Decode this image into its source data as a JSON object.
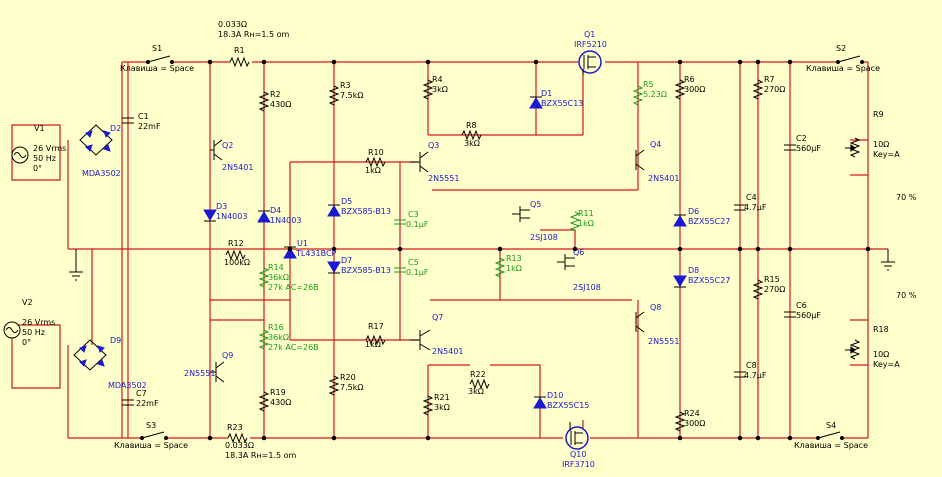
{
  "labels": {
    "r1_top": "0.033Ω",
    "r1_mid": "18.3A  Rн=1.5 om",
    "r23_top": "0.033Ω",
    "r23_mid": "18.3A  Rн=1.5 om",
    "s1": "S1",
    "s1_key": "Клавиша = Space",
    "s2": "S2",
    "s2_key": "Клавиша = Space",
    "s3": "S3",
    "s3_key": "Клавиша = Space",
    "s4": "S4",
    "s4_key": "Клавиша = Space",
    "r1": "R1",
    "r23": "R23",
    "q1": "Q1",
    "q1_part": "IRF5210",
    "q10": "Q10",
    "q10_part": "IRF3710",
    "v1": "V1",
    "v1_a": "26 Vrms",
    "v1_b": "50 Hz",
    "v1_c": "0°",
    "v2": "V2",
    "v2_a": "26 Vrms",
    "v2_b": "50 Hz",
    "v2_c": "0°",
    "d2": "D2",
    "d2_part": "MDA3502",
    "d9": "D9",
    "d9_part": "MDA3502",
    "c1": "C1",
    "c1_val": "22mF",
    "c7": "C7",
    "c7_val": "22mF",
    "r2": "R2",
    "r2_val": "430Ω",
    "r19": "R19",
    "r19_val": "430Ω",
    "q2": "Q2",
    "q2_part": "2N5401",
    "q9": "Q9",
    "q9_part": "2N5551",
    "d3": "D3",
    "d3_part": "1N4003",
    "d4": "D4",
    "d4_part": "1N4003",
    "r12": "R12",
    "r12_val": "100kΩ",
    "u1": "U1",
    "u1_part": "TL431BCP",
    "r14": "R14",
    "r14_a": "36kΩ",
    "r14_b": "27k  AC=26B",
    "r16": "R16",
    "r16_a": "36kΩ",
    "r16_b": "27k  AC=26B",
    "r3": "R3",
    "r3_val": "7.5kΩ",
    "r20": "R20",
    "r20_val": "7.5kΩ",
    "d5": "D5",
    "d5_part": "BZX585-B13",
    "d7": "D7",
    "d7_part": "BZX585-B13",
    "r10": "R10",
    "r10_val": "1kΩ",
    "r17": "R17",
    "r17_val": "1kΩ",
    "c3": "C3",
    "c3_val": "0.1µF",
    "c5": "C5",
    "c5_val": "0.1µF",
    "r4": "R4",
    "r4_val": "3kΩ",
    "r21": "R21",
    "r21_val": "3kΩ",
    "r8": "R8",
    "r8_val": "3kΩ",
    "r22": "R22",
    "r22_val": "3kΩ",
    "d1": "D1",
    "d1_part": "BZX55C13",
    "d10": "D10",
    "d10_part": "BZX55C15",
    "q3": "Q3",
    "q3_part": "2N5551",
    "q7": "Q7",
    "q7_part": "2N5401",
    "q5": "Q5",
    "q5_part": "2SJ108",
    "q6": "Q6",
    "q6_part": "2SJ108",
    "r11": "R11",
    "r11_val": "1kΩ",
    "r13": "R13",
    "r13_val": "1kΩ",
    "r5": "R5",
    "r5_val": "5.23Ω",
    "q4": "Q4",
    "q4_part": "2N5401",
    "q8": "Q8",
    "q8_part": "2N5551",
    "r6": "R6",
    "r6_val": "300Ω",
    "r24": "R24",
    "r24_val": "300Ω",
    "d6": "D6",
    "d6_part": "BZX55C27",
    "d8": "D8",
    "d8_part": "BZX55C27",
    "c4": "C4",
    "c4_val": "4.7µF",
    "c8": "C8",
    "c8_val": "4.7µF",
    "r7": "R7",
    "r7_val": "270Ω",
    "r15": "R15",
    "r15_val": "270Ω",
    "c2": "C2",
    "c2_val": "560µF",
    "c6": "C6",
    "c6_val": "560µF",
    "r9": "R9",
    "r9_a": "10Ω",
    "r9_b": "Key=A",
    "r18": "R18",
    "r18_a": "10Ω",
    "r18_b": "Key=A",
    "pct_top": "70 %",
    "pct_bot": "70 %"
  }
}
